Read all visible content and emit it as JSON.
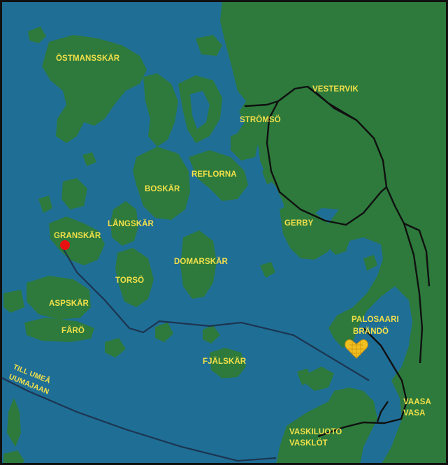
{
  "map": {
    "colors": {
      "sea": "#1f6e96",
      "land": "#2d7a3c",
      "frame": "#111111",
      "label": "#f2e04a",
      "road": "#101010",
      "ferry": "#1c3550",
      "marker": "#e81010",
      "heart": "#f0c020"
    },
    "labels": {
      "ostmansskar": "ÖSTMANSSKÄR",
      "vestervik": "VESTERVIK",
      "stromso": "STRÖMSÖ",
      "reflorna": "REFLORNA",
      "boskar": "BOSKÄR",
      "langskar": "LÅNGSKÄR",
      "granskar": "GRANSKÄR",
      "gerby": "GERBY",
      "domarskar": "DOMARSKÄR",
      "torso": "TORSÖ",
      "aspskar": "ASPSKÄR",
      "faro": "FÅRÖ",
      "palosaari": "PALOSAARI",
      "brando": "BRÄNDÖ",
      "fjalskar": "FJÄLSKÄR",
      "till_umea": "TILL UMEÅ",
      "uumajaan": "UUMAJAAN",
      "vaasa": "VAASA",
      "vasa": "VASA",
      "vaskiluoto": "VASKILUOTO",
      "vasklot": "VASKLÖT"
    },
    "icons": {
      "location": "red-dot-marker",
      "destination": "heart-marker"
    }
  }
}
